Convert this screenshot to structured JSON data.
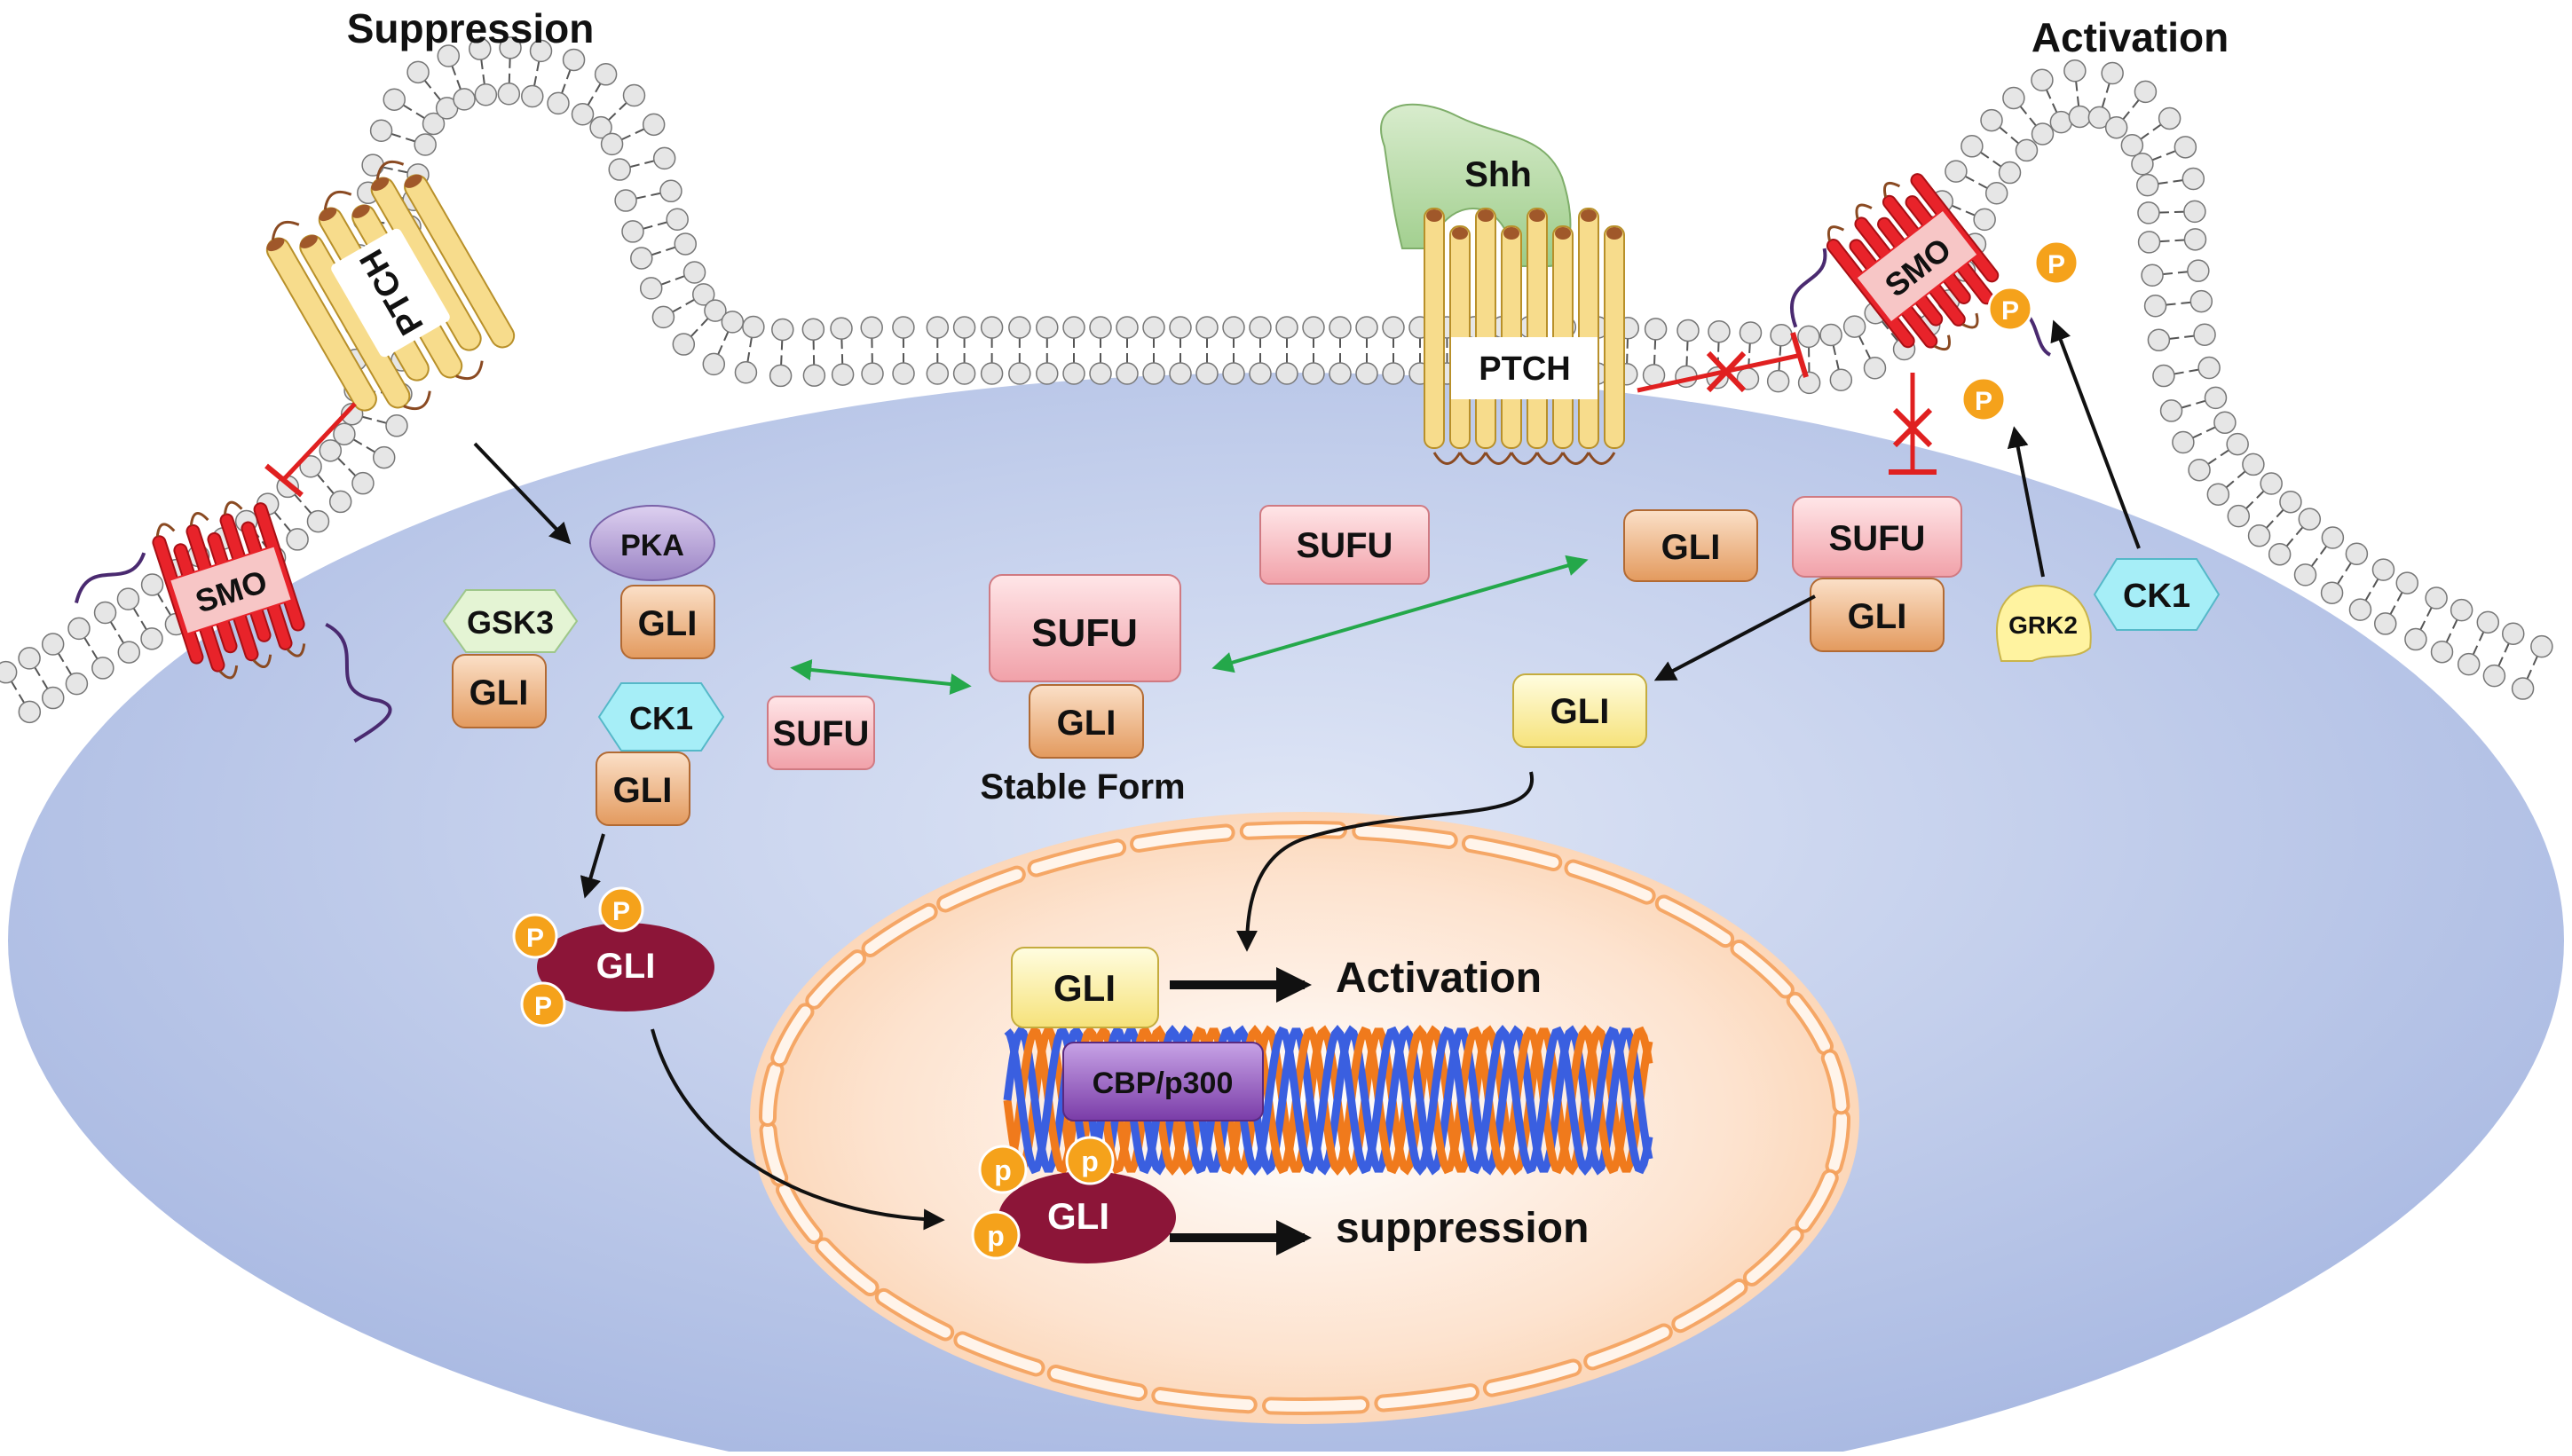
{
  "headings": {
    "suppression": "Suppression",
    "activation": "Activation"
  },
  "proteins": {
    "ptch": "PTCH",
    "smo": "SMO",
    "shh": "Shh",
    "pka": "PKA",
    "gsk3": "GSK3",
    "ck1": "CK1",
    "grk2": "GRK2",
    "gli": "GLI",
    "sufu": "SUFU",
    "cbp": "CBP/p300",
    "phospho_upper": "P",
    "phospho_lower": "p"
  },
  "labels": {
    "stable_form": "Stable Form",
    "nuc_activation": "Activation",
    "nuc_suppression": "suppression"
  },
  "colors": {
    "membrane_head": "#e6e6e6",
    "cytoplasm": "#b3c2e6",
    "nucleus_fill": "#fdeee2",
    "nucleus_edge": "#f4a15c",
    "smo_red": "#e8232a",
    "smo_box": "#f7c6c6",
    "ptch_yellow": "#f7dc8c",
    "gli_orange": "#f0b98e",
    "gli_yellow": "#fff3a8",
    "gli_phospho": "#8c1538",
    "sufu_pink": "#f9c7cc",
    "pka_purple": "#b9a6d6",
    "gsk3_green": "#e4f4d4",
    "ck1_cyan": "#a6eef7",
    "grk2_yellow": "#fff3a0",
    "phospho_orange": "#f5a21b",
    "cbp_purple": "#8b4fb8",
    "dna_blue": "#3a5fe0",
    "dna_orange": "#f07a1c",
    "arrow_black": "#111111",
    "arrow_green": "#24a84a",
    "inhibit_red": "#e02020"
  }
}
